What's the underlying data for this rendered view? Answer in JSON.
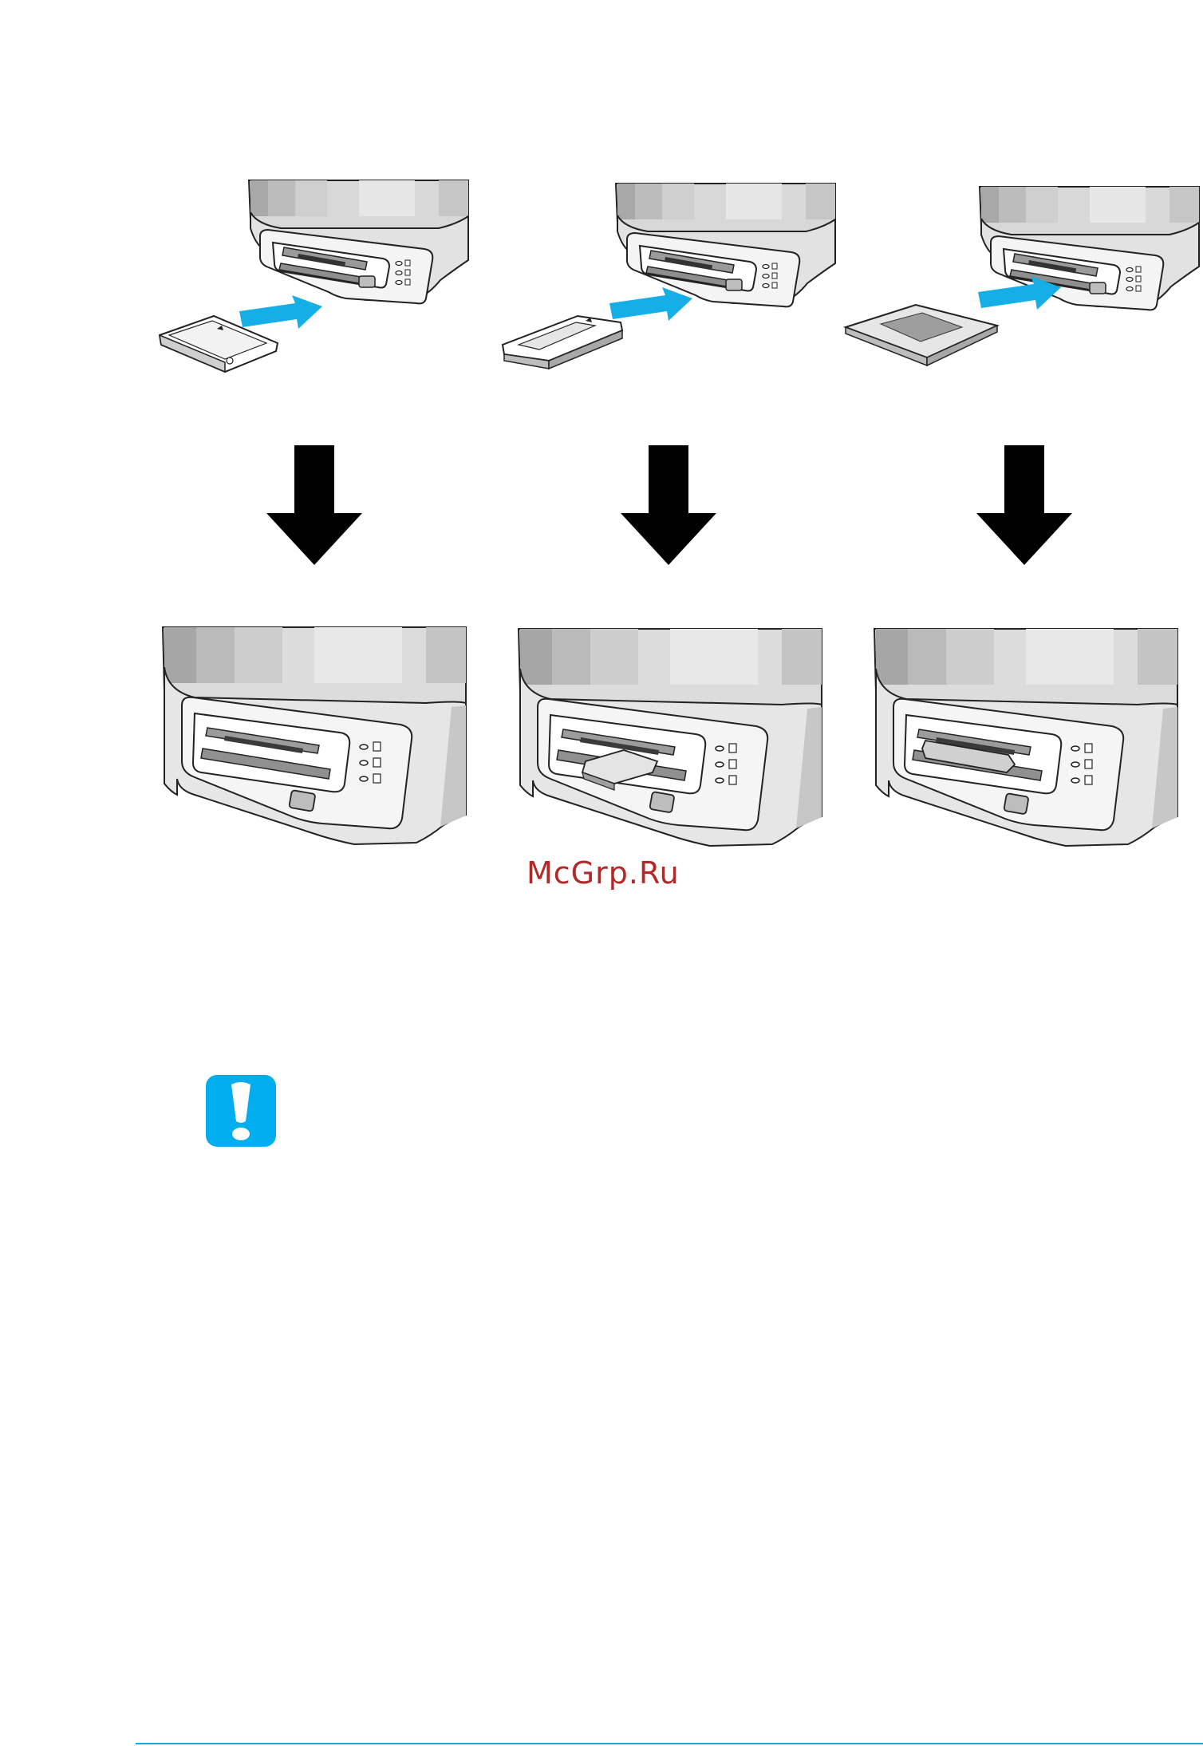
{
  "watermark": {
    "text": "McGrp.Ru",
    "color": "#b02a2a"
  },
  "colors": {
    "insert_arrow": "#15aee6",
    "flow_arrow": "#000000",
    "caution_icon": "#00aeef",
    "footer_rule": "#1aa6e0"
  },
  "steps": [
    {
      "card": "compactflash-card"
    },
    {
      "card": "memory-stick"
    },
    {
      "card": "smartmedia-card"
    }
  ],
  "icons": {
    "caution": "caution-exclamation-icon"
  }
}
